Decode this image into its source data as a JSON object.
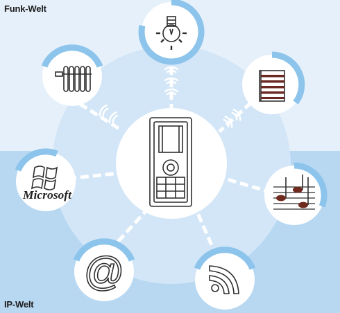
{
  "zones": {
    "top_label": "Funk-Welt",
    "bottom_label": "IP-Welt"
  },
  "devices": {
    "windows_logo_text": "Microsoft",
    "email_symbol": "@"
  },
  "colors": {
    "funk_background": "#e6f0fa",
    "ip_background": "#b8d8f2",
    "hub_circle": "#d3e6f7",
    "ring_blue": "#8cc4ec",
    "line_art": "#2e2e2e",
    "music_note": "#6e2a1e",
    "blind_slat": "#6a2a22",
    "connector": "#ffffff"
  },
  "icons": [
    "light-bulb-icon",
    "window-blind-icon",
    "music-notes-icon",
    "rss-feed-icon",
    "email-at-icon",
    "windows-logo-icon",
    "radiator-icon",
    "remote-control-icon",
    "wireless-signal-icon"
  ]
}
